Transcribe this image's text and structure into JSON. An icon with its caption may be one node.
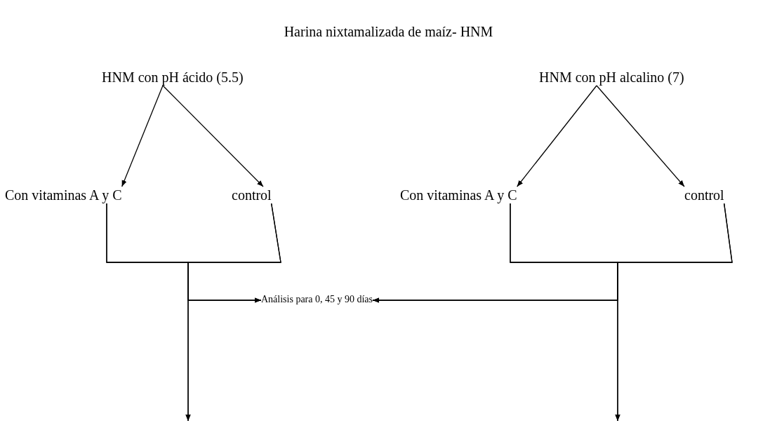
{
  "diagram": {
    "title": "Harina nixtamalizada de maíz- HNM",
    "nodes": [
      {
        "text": [
          "HNM con pH ácido (5.5)"
        ]
      },
      {
        "text": [
          "Con vitaminas A y C"
        ]
      },
      {
        "text": [
          "control"
        ]
      },
      {
        "text": [
          "HNM con pH alcalino (7)"
        ]
      },
      {
        "text": [
          "Con vitaminas A y C"
        ]
      },
      {
        "text": [
          "control"
        ]
      },
      {
        "text": [
          "Análisis para 0, 45 y 90 días"
        ]
      }
    ],
    "edges": [
      {
        "from": 0,
        "to": 1,
        "arrow": "to"
      },
      {
        "from": 0,
        "to": 2,
        "arrow": "to"
      },
      {
        "from": 3,
        "to": 4,
        "arrow": "to"
      },
      {
        "from": 3,
        "to": 5,
        "arrow": "to"
      },
      {
        "from": 1,
        "to": 6,
        "arrow": "to"
      },
      {
        "from": 2,
        "to": 6,
        "arrow": "to"
      },
      {
        "from": 1,
        "to": null,
        "arrow": "to"
      },
      {
        "from": 2,
        "to": null,
        "arrow": "to"
      },
      {
        "from": 4,
        "to": 6,
        "arrow": "to"
      },
      {
        "from": 5,
        "to": 6,
        "arrow": "to"
      },
      {
        "from": 4,
        "to": null,
        "arrow": "to"
      },
      {
        "from": 5,
        "to": null,
        "arrow": "to"
      }
    ]
  }
}
